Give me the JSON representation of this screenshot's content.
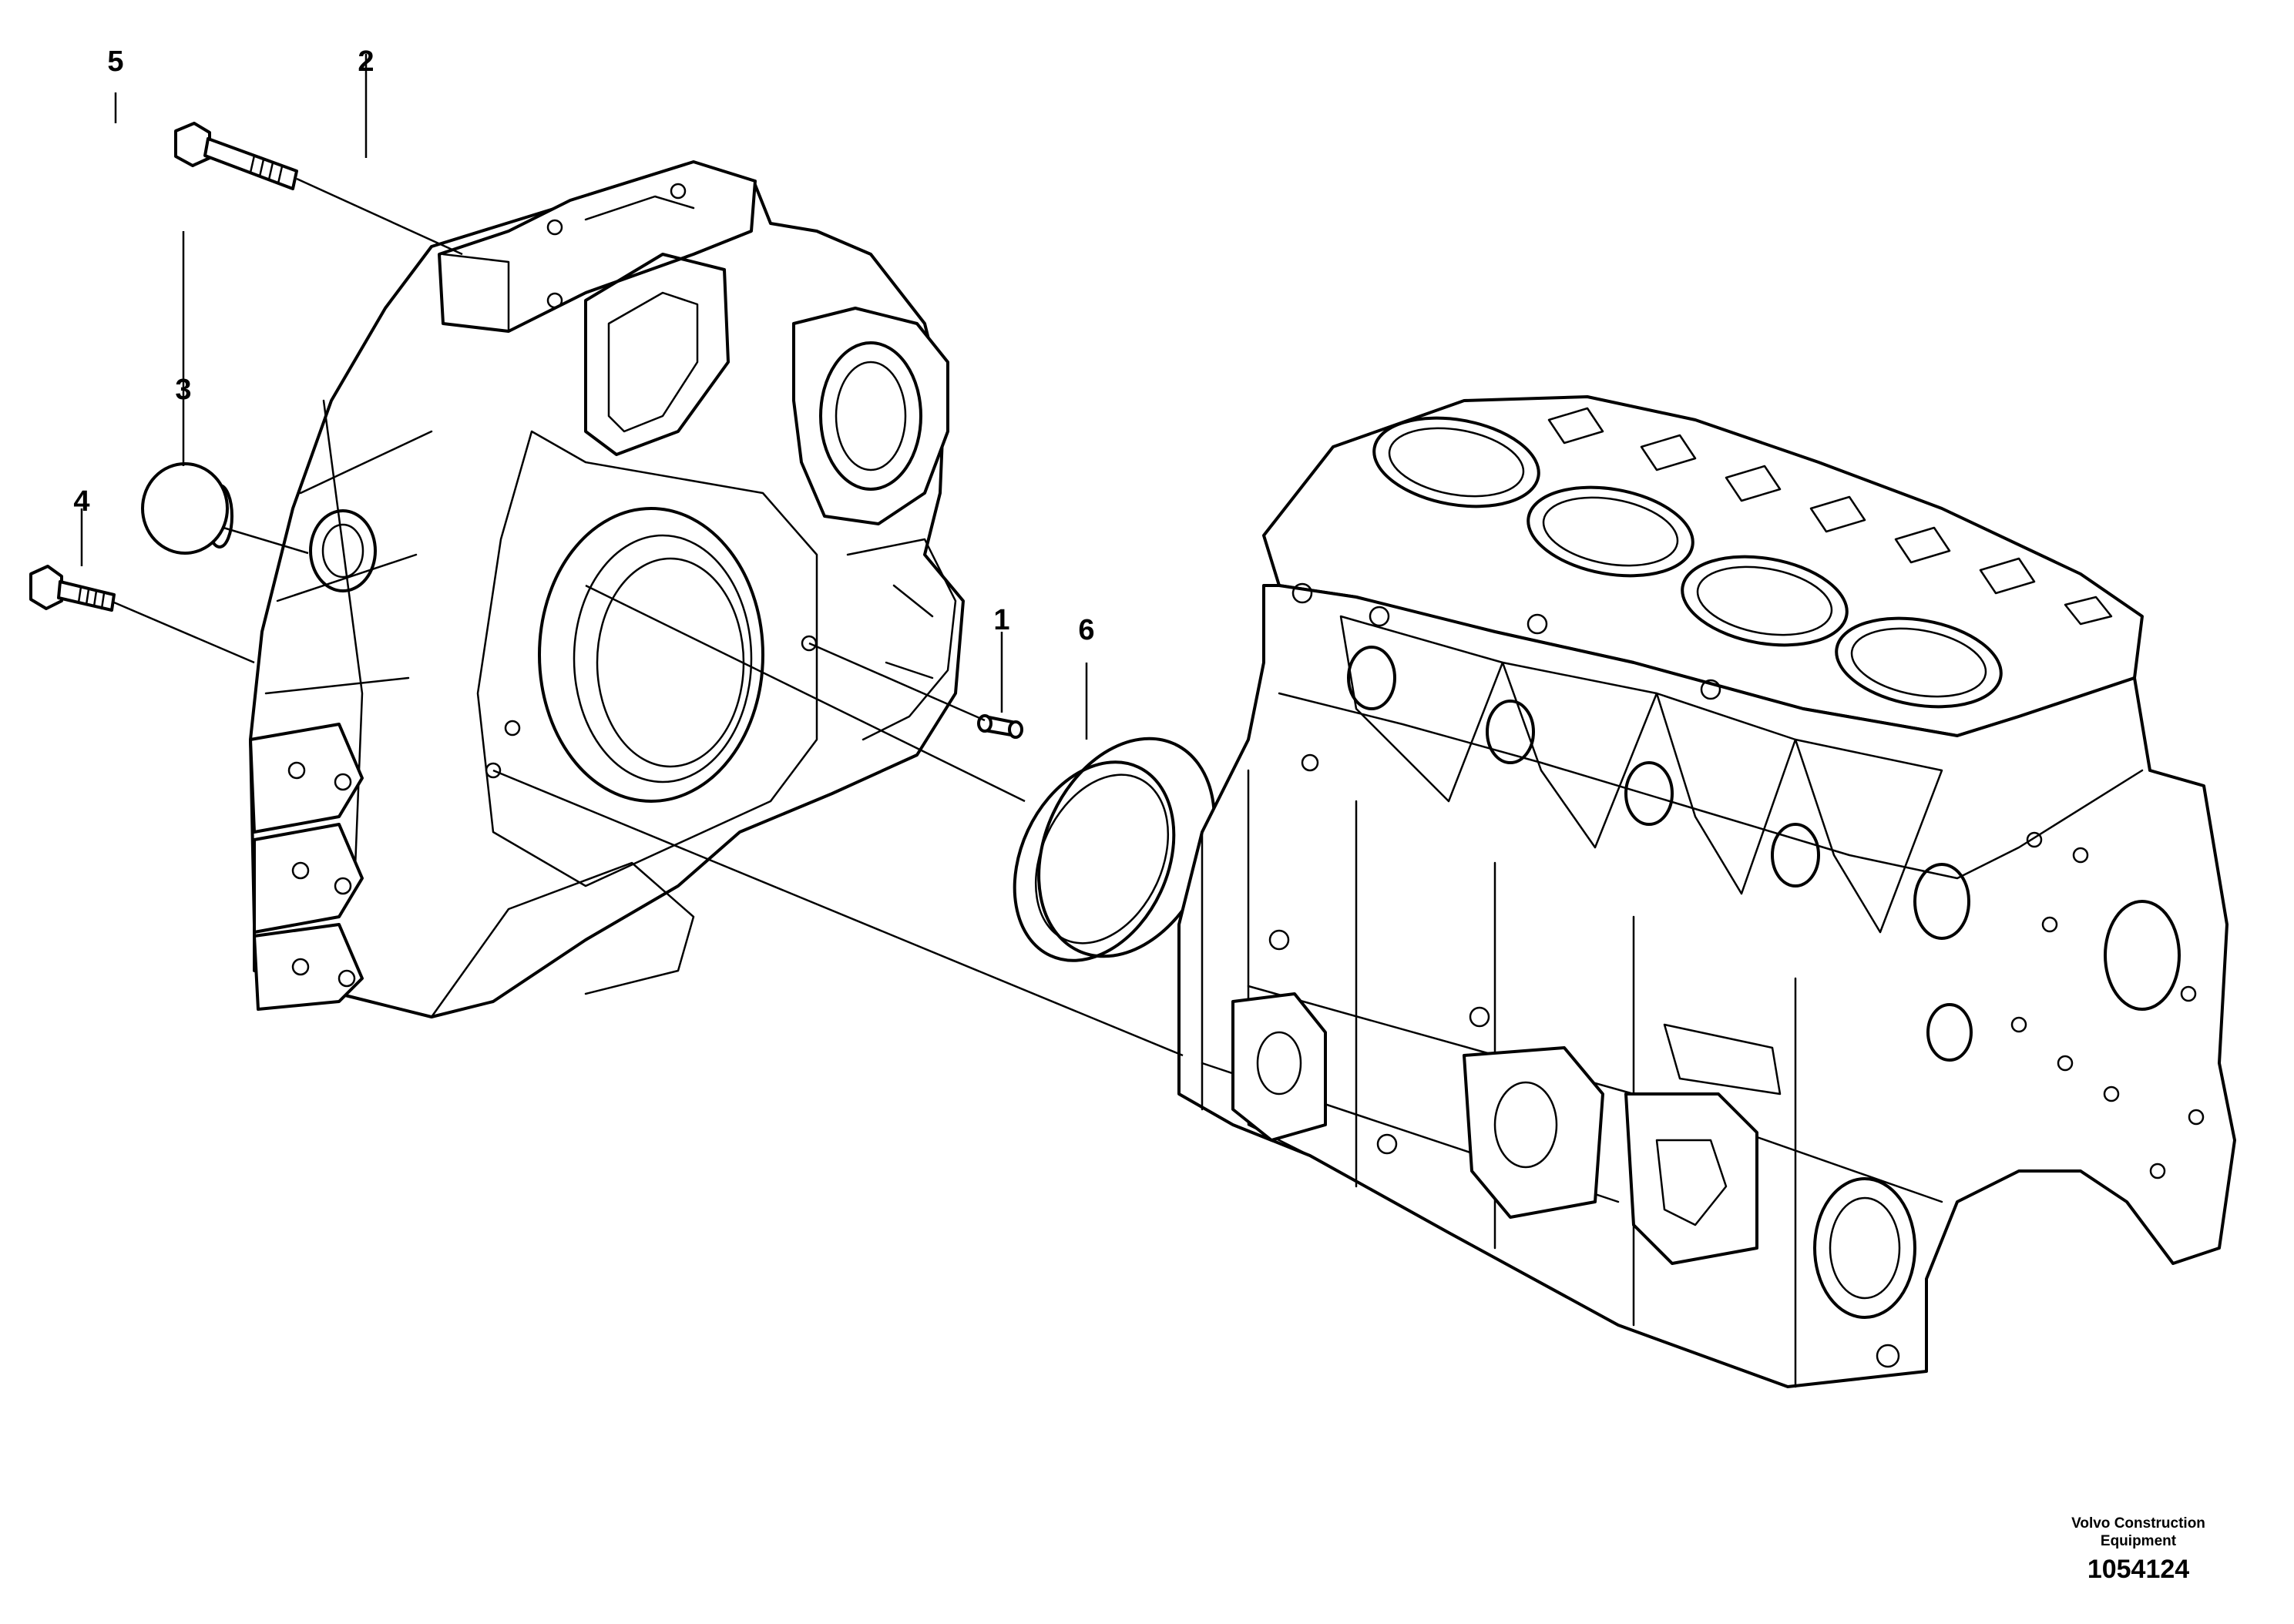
{
  "callouts": [
    {
      "id": "callout-1",
      "label": "1"
    },
    {
      "id": "callout-2",
      "label": "2"
    },
    {
      "id": "callout-3",
      "label": "3"
    },
    {
      "id": "callout-4",
      "label": "4"
    },
    {
      "id": "callout-5",
      "label": "5"
    },
    {
      "id": "callout-6",
      "label": "6"
    }
  ],
  "footer": {
    "company_line1": "Volvo Construction",
    "company_line2": "Equipment",
    "drawing_number": "1054124"
  }
}
